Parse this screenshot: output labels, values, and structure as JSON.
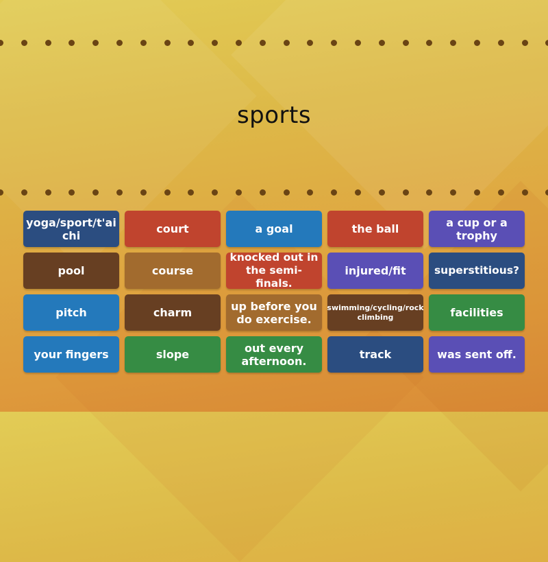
{
  "title": "sports",
  "colors": {
    "dot": "#6a4414",
    "navy": "#2b4d80",
    "red": "#c0442e",
    "blue": "#2479bb",
    "purple": "#5a4fb5",
    "brown": "#673f22",
    "tan": "#a26b2e",
    "green": "#368c44"
  },
  "cards": [
    {
      "label": "yoga/sport/t'ai chi",
      "color": "#2b4d80"
    },
    {
      "label": "court",
      "color": "#c0442e"
    },
    {
      "label": "a goal",
      "color": "#2479bb"
    },
    {
      "label": "the ball",
      "color": "#c0442e"
    },
    {
      "label": "a cup or a trophy",
      "color": "#5a4fb5"
    },
    {
      "label": "pool",
      "color": "#673f22"
    },
    {
      "label": "course",
      "color": "#a26b2e"
    },
    {
      "label": "knocked out in the semi-finals.",
      "color": "#c0442e"
    },
    {
      "label": "injured/fit",
      "color": "#5a4fb5"
    },
    {
      "label": "superstitious?",
      "color": "#2b4d80"
    },
    {
      "label": "pitch",
      "color": "#2479bb"
    },
    {
      "label": "charm",
      "color": "#673f22"
    },
    {
      "label": "up before you do exercise.",
      "color": "#a26b2e"
    },
    {
      "label": "swimming/cycling/rock climbing",
      "color": "#673f22"
    },
    {
      "label": "facilities",
      "color": "#368c44"
    },
    {
      "label": "your fingers",
      "color": "#2479bb"
    },
    {
      "label": "slope",
      "color": "#368c44"
    },
    {
      "label": "out every afternoon.",
      "color": "#368c44"
    },
    {
      "label": "track",
      "color": "#2b4d80"
    },
    {
      "label": "was sent off.",
      "color": "#5a4fb5"
    }
  ]
}
